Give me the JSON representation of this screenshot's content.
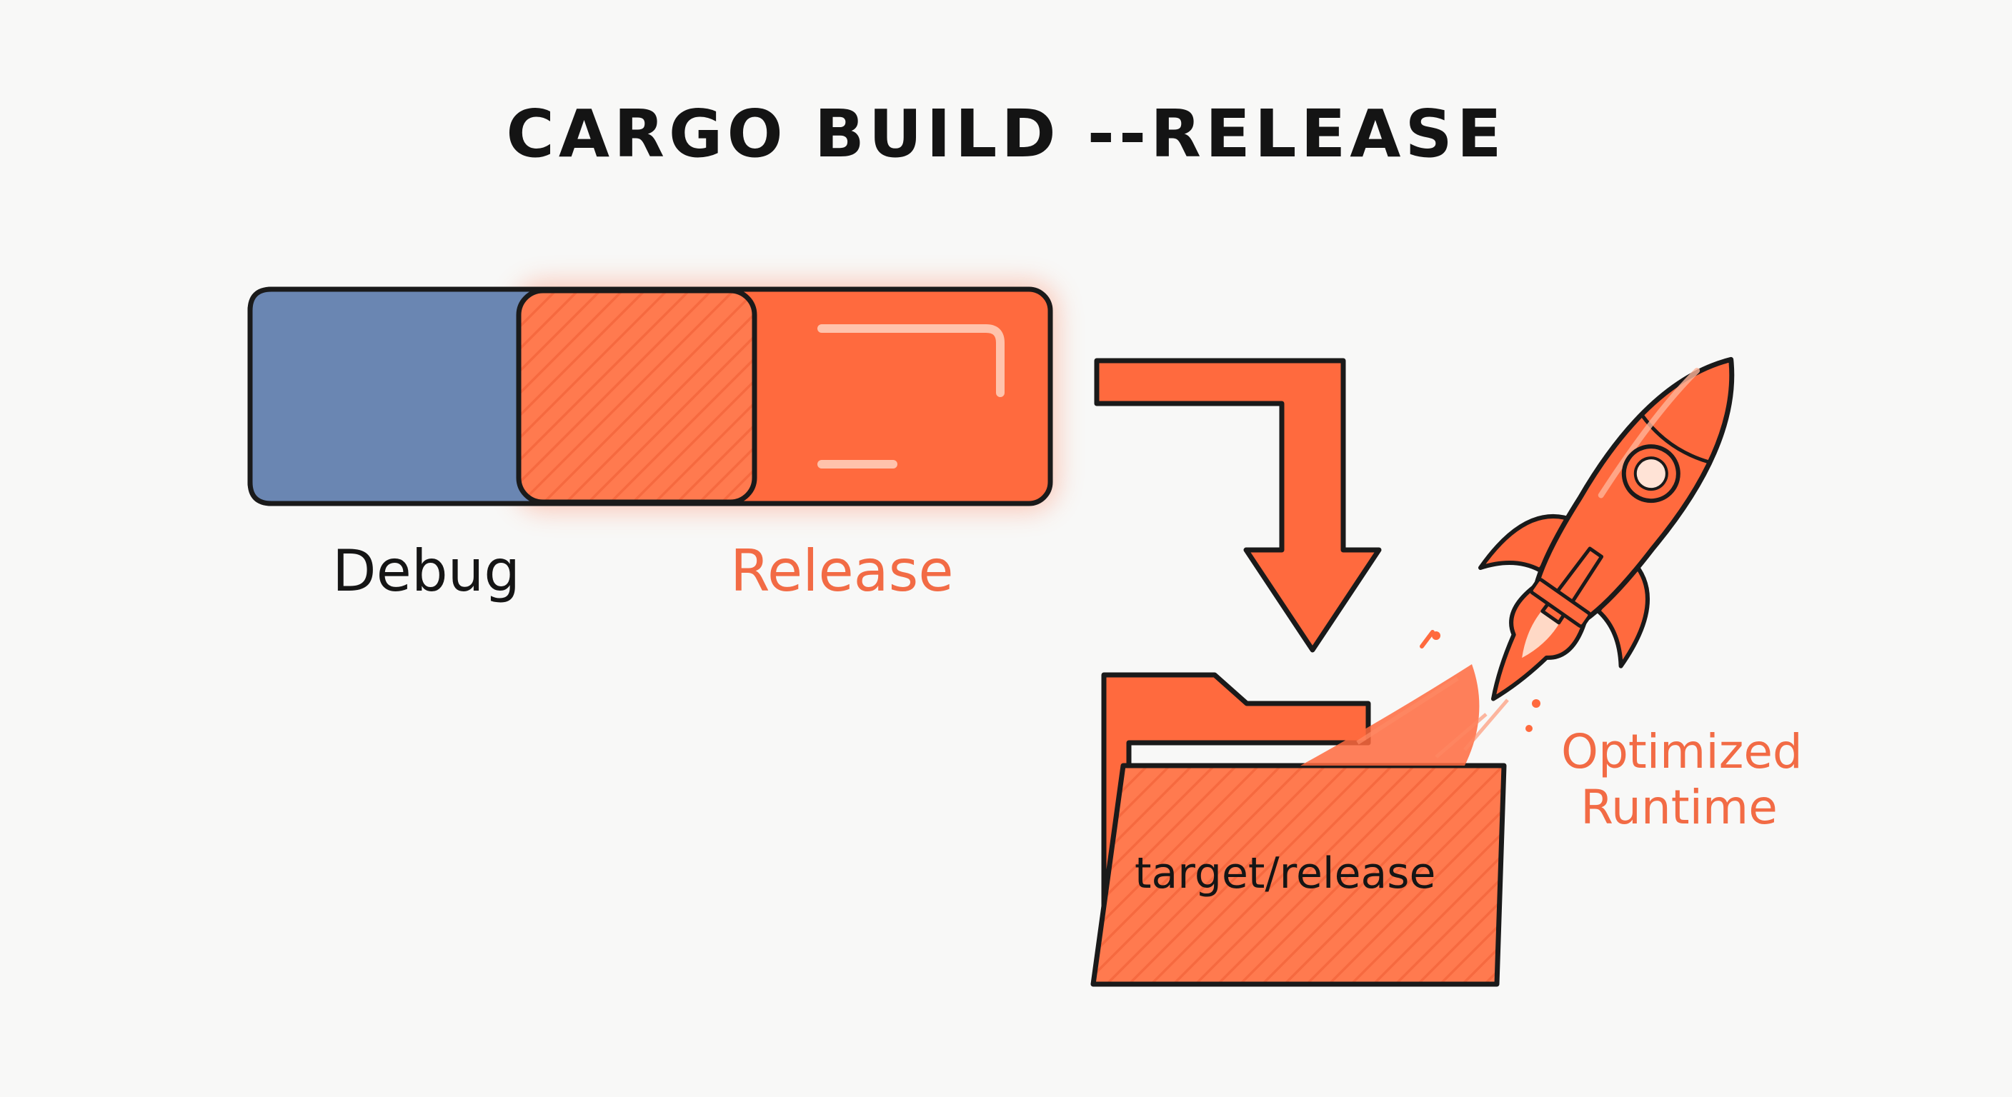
{
  "title": "CARGO BUILD --RELEASE",
  "toggle": {
    "left_label": "Debug",
    "right_label": "Release",
    "left_color": "#6a86b2",
    "right_color": "#ff6a3e"
  },
  "folder": {
    "label": "target/release",
    "color": "#ff6a3e"
  },
  "rocket": {
    "caption": "Optimized Runtime",
    "color": "#ff6a3e"
  },
  "colors": {
    "accent": "#ff6a3e",
    "accent_text": "#f26b45",
    "ink": "#141414",
    "debug_blue": "#6a86b2"
  },
  "icons": [
    "right-down-arrow-icon",
    "folder-icon",
    "rocket-icon",
    "flame-icon"
  ]
}
